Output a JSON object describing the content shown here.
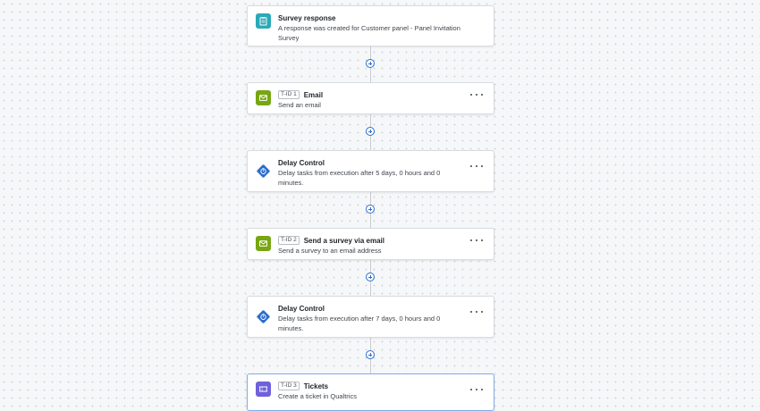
{
  "cards": [
    {
      "title": "Survey response",
      "tid": "",
      "description": "A response was created for Customer panel - Panel Invitation Survey",
      "icon": "clipboard-icon"
    },
    {
      "title": "Email",
      "tid": "T-ID 1",
      "description": "Send an email",
      "icon": "envelope-icon"
    },
    {
      "title": "Delay Control",
      "tid": "",
      "description": "Delay tasks from execution after 5 days, 0 hours and 0 minutes.",
      "icon": "timer-icon"
    },
    {
      "title": "Send a survey via email",
      "tid": "T-ID 2",
      "description": "Send a survey to an email address",
      "icon": "envelope-icon"
    },
    {
      "title": "Delay Control",
      "tid": "",
      "description": "Delay tasks from execution after 7 days, 0 hours and 0 minutes.",
      "icon": "timer-icon"
    },
    {
      "title": "Tickets",
      "tid": "T-ID 3",
      "description": "Create a ticket in Qualtrics",
      "icon": "ticket-icon"
    }
  ],
  "colors": {
    "survey_icon_bg": "#2aa9b7",
    "email_icon_bg": "#77a613",
    "delay_icon_bg": "#2d6ecc",
    "ticket_icon_bg": "#6f60dc",
    "add_button": "#2d6ecc"
  }
}
